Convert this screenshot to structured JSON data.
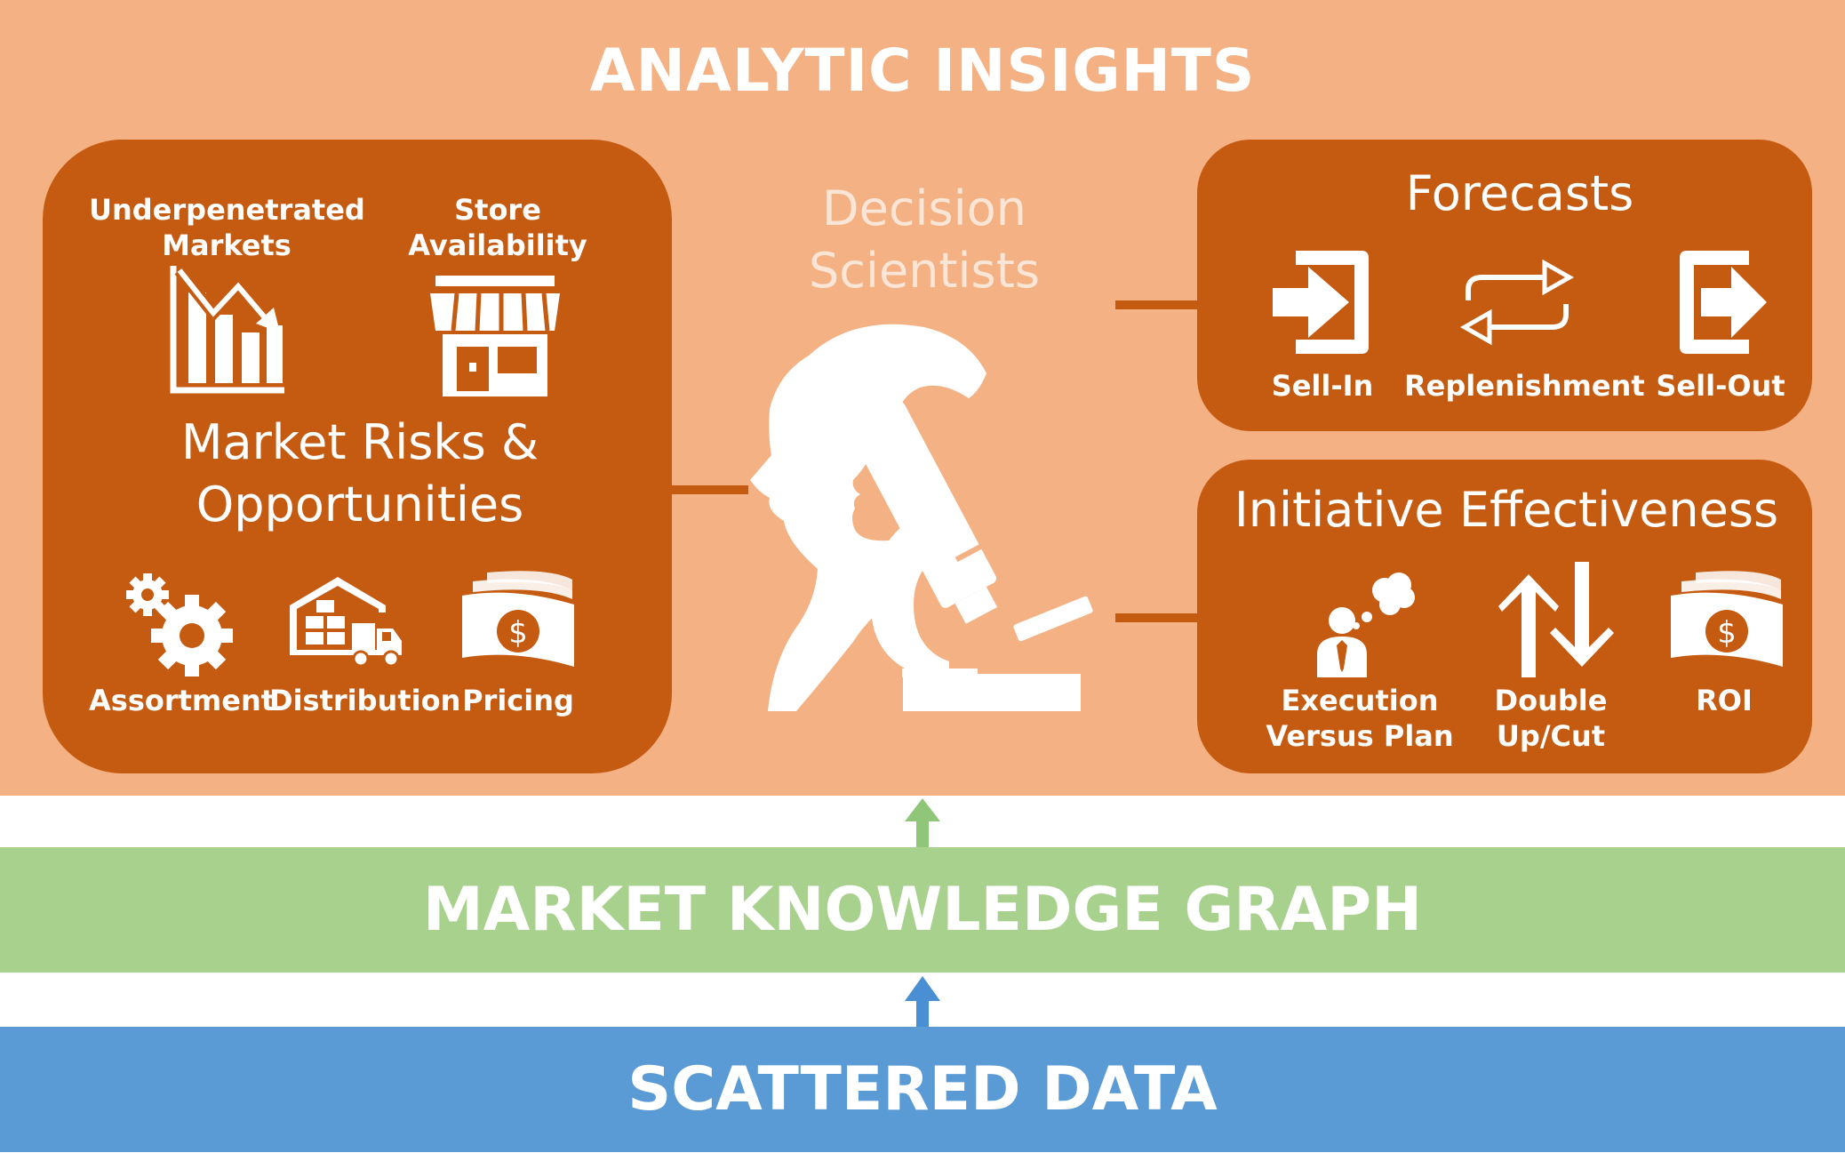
{
  "title": "ANALYTIC INSIGHTS",
  "center": {
    "line1": "Decision",
    "line2": "Scientists"
  },
  "left_box": {
    "heading_line1": "Market Risks &",
    "heading_line2": "Opportunities",
    "underpenetrated": {
      "line1": "Underpenetrated",
      "line2": "Markets",
      "icon": "declining-bar-chart-icon"
    },
    "store": {
      "line1": "Store",
      "line2": "Availability",
      "icon": "storefront-icon"
    },
    "assortment": {
      "label": "Assortment",
      "icon": "gears-icon"
    },
    "distribution": {
      "label": "Distribution",
      "icon": "warehouse-truck-icon"
    },
    "pricing": {
      "label": "Pricing",
      "icon": "dollar-bill-icon"
    }
  },
  "forecasts": {
    "heading": "Forecasts",
    "items": [
      {
        "label": "Sell-In",
        "icon": "sign-in-icon"
      },
      {
        "label": "Replenishment",
        "icon": "cycle-arrows-icon"
      },
      {
        "label": "Sell-Out",
        "icon": "sign-out-icon"
      }
    ]
  },
  "initiative": {
    "heading": "Initiative Effectiveness",
    "items": [
      {
        "line1": "Execution",
        "line2": "Versus Plan",
        "icon": "thinking-person-icon"
      },
      {
        "line1": "Double",
        "line2": "Up/Cut",
        "icon": "up-down-arrows-icon"
      },
      {
        "line1": "ROI",
        "line2": "",
        "icon": "dollar-bill-icon"
      }
    ]
  },
  "bands": {
    "middle": "MARKET KNOWLEDGE GRAPH",
    "bottom": "SCATTERED DATA"
  },
  "colors": {
    "panel": "#f4b183",
    "box": "#c55a11",
    "green": "#a9d18e",
    "green_arrow": "#8fc67a",
    "blue": "#5b9bd5",
    "blue_arrow": "#4a8fd4",
    "text_light": "#fbe5d6"
  }
}
